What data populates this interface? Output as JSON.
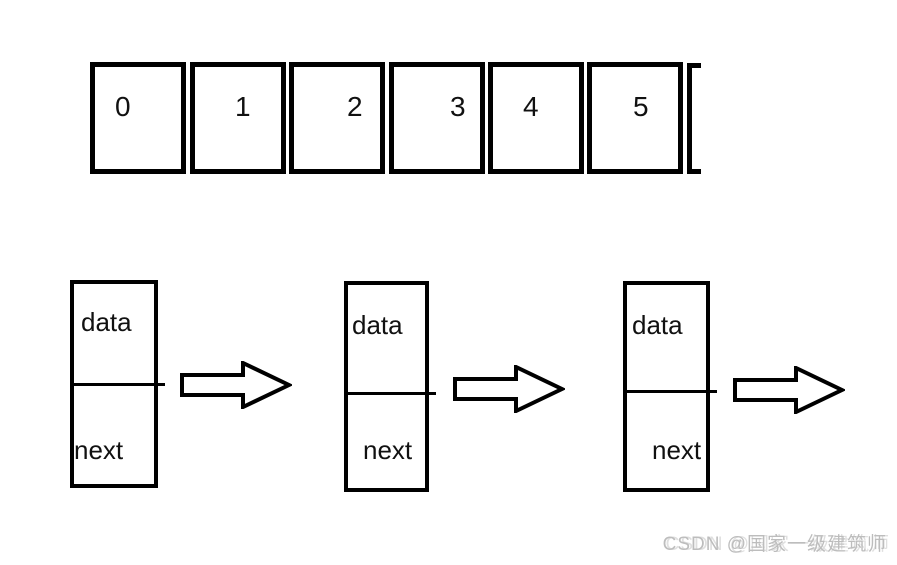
{
  "array": {
    "cells": [
      {
        "value": "0"
      },
      {
        "value": "1"
      },
      {
        "value": "2"
      },
      {
        "value": "3"
      },
      {
        "value": "4"
      },
      {
        "value": "5"
      }
    ]
  },
  "linked_list": {
    "nodes": [
      {
        "data_label": "data",
        "next_label": "next"
      },
      {
        "data_label": "data",
        "next_label": "next"
      },
      {
        "data_label": "data",
        "next_label": "next"
      }
    ],
    "arrow_icon": "block-arrow-right"
  },
  "watermark": {
    "text": "CSDN @国家一级建筑师"
  },
  "colors": {
    "line": "#000000",
    "background": "#ffffff",
    "watermark": "#bdbdbd"
  }
}
